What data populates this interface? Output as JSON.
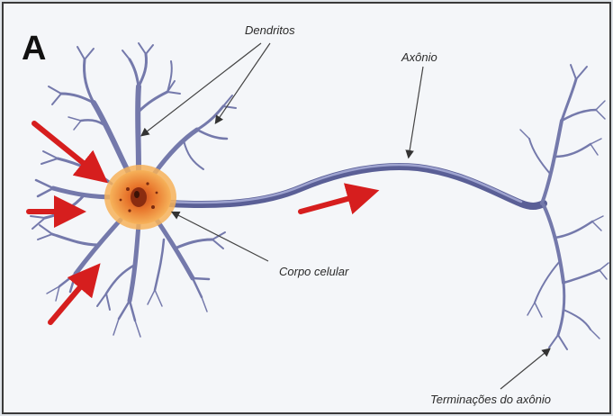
{
  "panel_letter": "A",
  "labels": {
    "dendrites": "Dendritos",
    "axon": "Axônio",
    "cell_body": "Corpo celular",
    "axon_terminals": "Terminações do axônio"
  },
  "colors": {
    "neuron": "#6f74a8",
    "neuron_light": "#9aa0c8",
    "soma_outer": "#f2a24a",
    "soma_inner": "#d9561f",
    "nucleus": "#8a2c10",
    "signal_arrow": "#d61e1e",
    "pointer_line": "#444444",
    "background": "#f4f6f9"
  }
}
